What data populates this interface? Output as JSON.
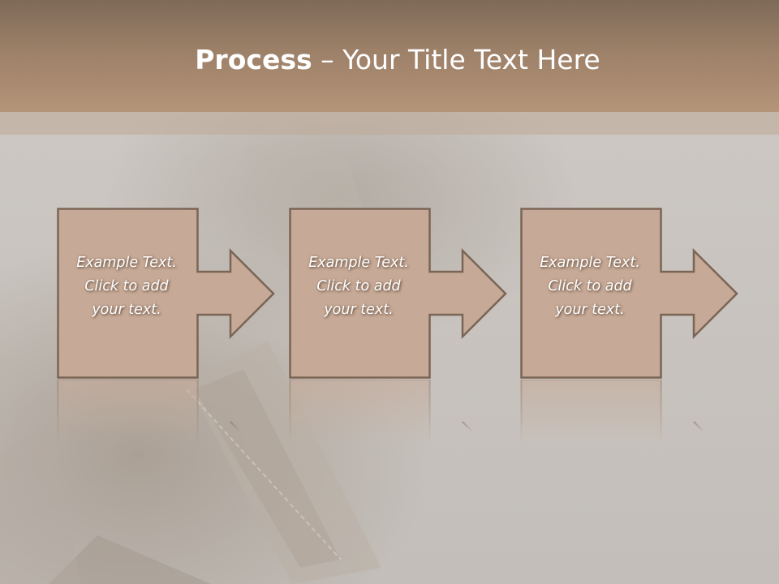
{
  "title": {
    "bold": "Process",
    "rest": " – Your Title Text Here"
  },
  "steps": [
    {
      "lines": [
        "Example Text.",
        "Click  to add",
        "your text."
      ]
    },
    {
      "lines": [
        "Example Text.",
        "Click  to add",
        "your text."
      ]
    },
    {
      "lines": [
        "Example Text.",
        "Click  to add",
        "your text."
      ]
    }
  ],
  "colors": {
    "header_top": "#7e6a58",
    "header_bottom": "#b59478",
    "box_fill": "#c6a996",
    "box_stroke": "#7a6555",
    "text": "#ffffff"
  }
}
